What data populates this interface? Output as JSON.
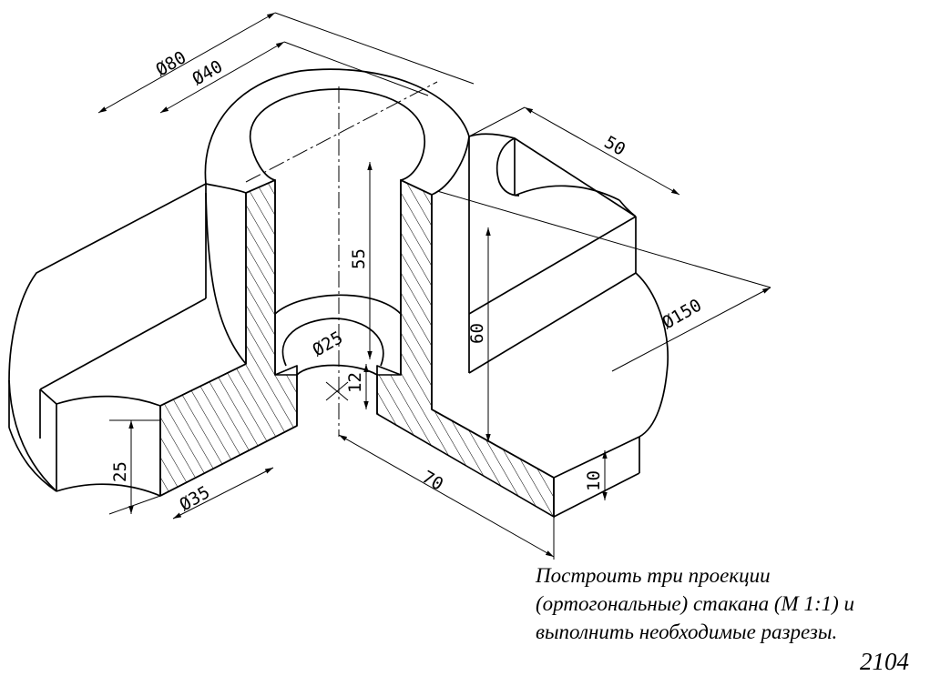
{
  "dimensions": {
    "d80": "Ø80",
    "d40": "Ø40",
    "d50": "50",
    "d150": "Ø150",
    "h55": "55",
    "h60": "60",
    "d25": "Ø25",
    "h12": "12",
    "h25": "25",
    "d35": "Ø35",
    "l70": "70",
    "h10": "10"
  },
  "caption": {
    "line1": "Построить три проекции",
    "line2": "(ортогональные) стакана (М 1:1) и",
    "line3": "выполнить необходимые разрезы."
  },
  "sheet_number": "2104"
}
